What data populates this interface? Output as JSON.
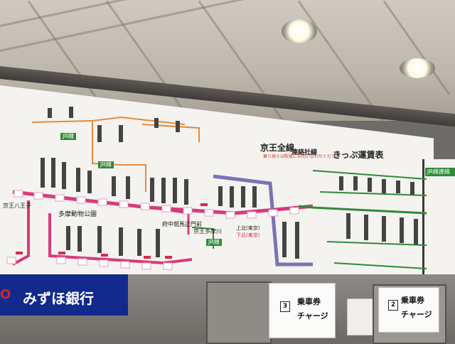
{
  "map": {
    "title": "京王全線",
    "subtitle": "連絡社線",
    "kippu": "きっぷ運賃表",
    "note": "乗り換えは駅員にお問い合わせください",
    "tags": {
      "jr_top": "JR線",
      "jr_left": "JR線",
      "jr_mid": "JR線",
      "jr_right": "JR線連絡"
    },
    "stations": {
      "hachioji": "京王八王子",
      "dobutsu": "多摩動物公園",
      "fuchu": "府中競馬正門前",
      "keio_tamagawa": "京王多摩川",
      "kamikita": "上北(東京)",
      "shimokita": "下北(東京)"
    }
  },
  "signs": {
    "bank": "みずほ銀行",
    "bank_logo": "O",
    "counter_left": {
      "number": "3",
      "line1": "乗車券",
      "line2": "チャージ"
    },
    "counter_right": {
      "number": "2",
      "line1": "乗車券",
      "line2": "チャージ"
    }
  },
  "colors": {
    "keio_line": "#d63b7a",
    "inokashira": "#7b73b5",
    "jr": "#2f8a3a",
    "sagamihara": "#e58a3c",
    "bank_blue": "#112a8c"
  }
}
